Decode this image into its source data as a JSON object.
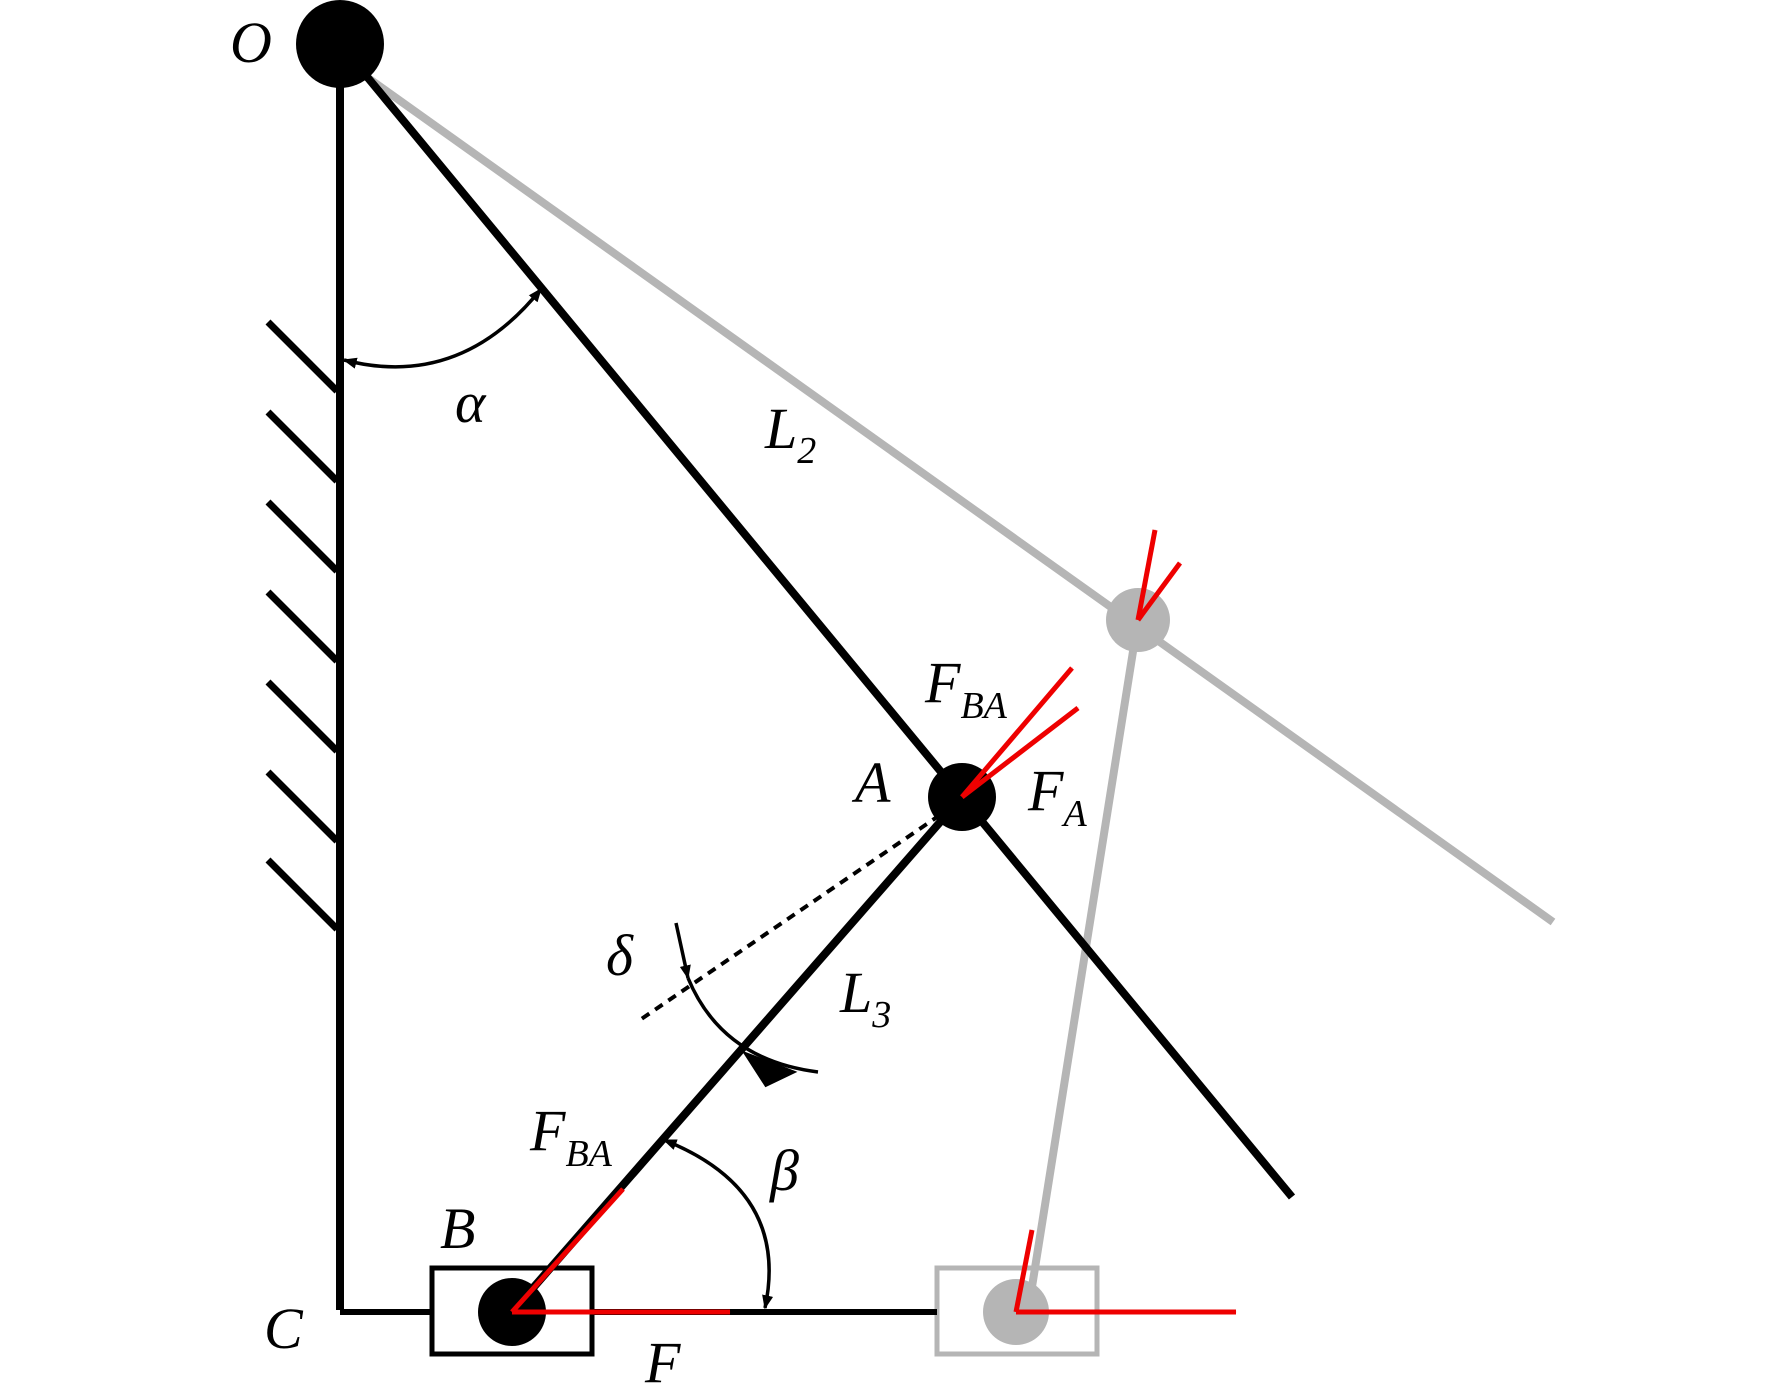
{
  "labels": {
    "O": "O",
    "alpha": "α",
    "L": "L",
    "L2_sub": "2",
    "L3_sub": "3",
    "F": "F",
    "BA_sub": "BA",
    "A": "A",
    "A_sub": "A",
    "delta": "δ",
    "beta": "β",
    "B": "B",
    "C": "C"
  },
  "colors": {
    "mechanism": "#000000",
    "ghost_mechanism": "#b5b5b5",
    "force_vector": "#ee0000"
  }
}
